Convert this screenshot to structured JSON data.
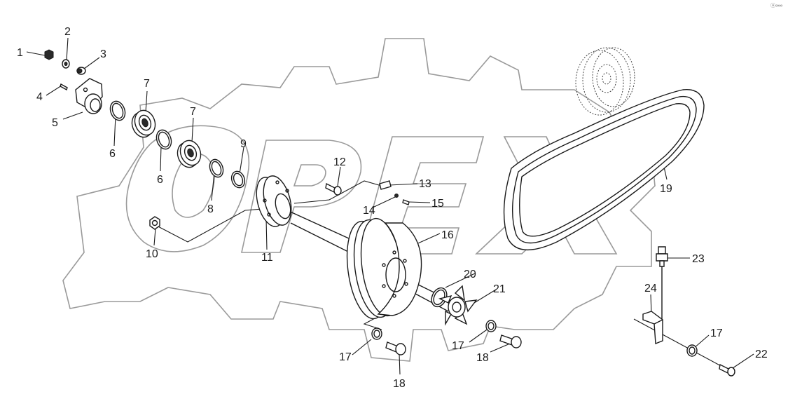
{
  "watermark": {
    "text": "OPEX"
  },
  "corner_mark": "ⓐ∞∞",
  "callouts": [
    {
      "id": "c1",
      "label": "1"
    },
    {
      "id": "c2",
      "label": "2"
    },
    {
      "id": "c3",
      "label": "3"
    },
    {
      "id": "c4",
      "label": "4"
    },
    {
      "id": "c5",
      "label": "5"
    },
    {
      "id": "c6a",
      "label": "6"
    },
    {
      "id": "c6b",
      "label": "6"
    },
    {
      "id": "c7a",
      "label": "7"
    },
    {
      "id": "c7b",
      "label": "7"
    },
    {
      "id": "c8",
      "label": "8"
    },
    {
      "id": "c9",
      "label": "9"
    },
    {
      "id": "c10",
      "label": "10"
    },
    {
      "id": "c11",
      "label": "11"
    },
    {
      "id": "c12",
      "label": "12"
    },
    {
      "id": "c13",
      "label": "13"
    },
    {
      "id": "c14",
      "label": "14"
    },
    {
      "id": "c15",
      "label": "15"
    },
    {
      "id": "c16",
      "label": "16"
    },
    {
      "id": "c17a",
      "label": "17"
    },
    {
      "id": "c17b",
      "label": "17"
    },
    {
      "id": "c17c",
      "label": "17"
    },
    {
      "id": "c18a",
      "label": "18"
    },
    {
      "id": "c18b",
      "label": "18"
    },
    {
      "id": "c19",
      "label": "19"
    },
    {
      "id": "c20",
      "label": "20"
    },
    {
      "id": "c21",
      "label": "21"
    },
    {
      "id": "c22",
      "label": "22"
    },
    {
      "id": "c23",
      "label": "23"
    },
    {
      "id": "c24",
      "label": "24"
    }
  ]
}
